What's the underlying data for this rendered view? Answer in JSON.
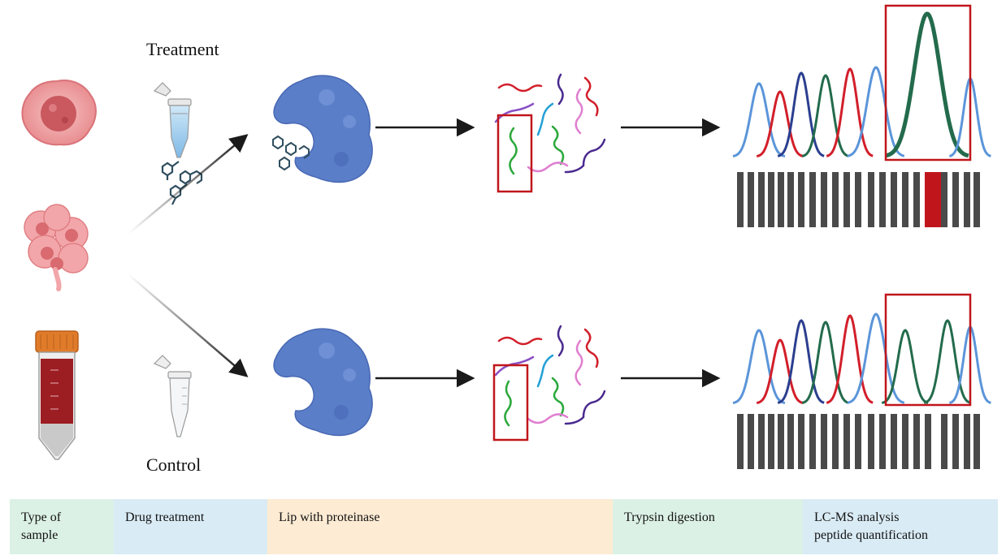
{
  "labels": {
    "treatment": "Treatment",
    "control": "Control"
  },
  "stages": [
    {
      "line1": "Type of",
      "line2": "sample",
      "color": "#dcf1e6"
    },
    {
      "line1": "Drug treatment",
      "line2": "",
      "color": "#d9ebf5"
    },
    {
      "line1": "Lip with proteinase",
      "line2": "",
      "color": "#fdebd3"
    },
    {
      "line1": "Trypsin  digestion",
      "line2": "",
      "color": "#dcf1e6"
    },
    {
      "line1": "LC-MS analysis",
      "line2": "peptide quantification",
      "color": "#d9ebf5"
    }
  ],
  "colors": {
    "protein": "#5b7ec9",
    "arrow": "#1a1a1a",
    "highlight_box": "#c0161b",
    "drug": "#2f4e5f",
    "peak_blue": "#5b95d9",
    "peak_red": "#d21f2a",
    "peak_navy": "#2b3f8f",
    "peak_green": "#236b4c",
    "barcode": "#4a4a4a",
    "barcode_highlight": "#c0161b"
  },
  "icons": [
    "cell-icon",
    "cell-cluster-icon",
    "blood-tube-icon",
    "microtube-with-drug-icon",
    "empty-microtube-icon",
    "protein-icon",
    "peptide-fragments-icon",
    "chromatogram-icon",
    "barcode-icon"
  ]
}
